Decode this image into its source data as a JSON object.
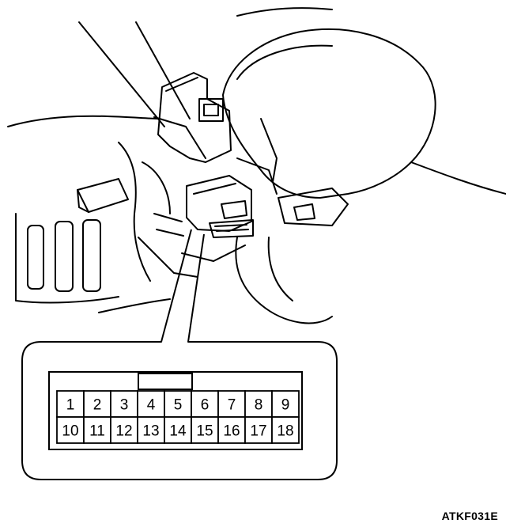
{
  "diagram": {
    "pinout": {
      "top_row": [
        "1",
        "2",
        "3",
        "4",
        "5",
        "6",
        "7",
        "8",
        "9"
      ],
      "bottom_row": [
        "10",
        "11",
        "12",
        "13",
        "14",
        "15",
        "16",
        "17",
        "18"
      ]
    },
    "figure_code": "ATKF031E"
  }
}
